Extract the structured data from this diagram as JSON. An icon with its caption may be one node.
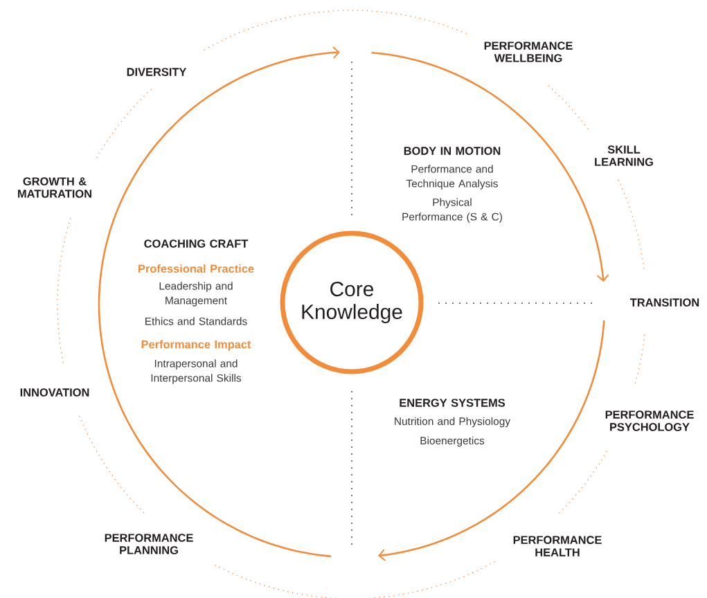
{
  "diagram": {
    "nodes": [
      {
        "text": [
          "Core Knowledge"
        ]
      }
    ],
    "labels": [
      "DIVERSITY",
      "PERFORMANCE WELLBEING",
      "SKILL LEARNING",
      "GROWTH & MATURATION",
      "BODY IN MOTION",
      "Performance and Technique Analysis",
      "Physical Performance (S & C)",
      "COACHING CRAFT",
      "Professional Practice",
      "Leadership and Management",
      "TRANSITION",
      "Ethics and Standards",
      "Performance Impact",
      "Intrapersonal and Interpersonal Skills",
      "INNOVATION",
      "ENERGY SYSTEMS",
      "Nutrition and Physiology",
      "Bioenergetics",
      "PERFORMANCE PSYCHOLOGY",
      "PERFORMANCE PLANNING",
      "PERFORMANCE HEALTH"
    ]
  }
}
